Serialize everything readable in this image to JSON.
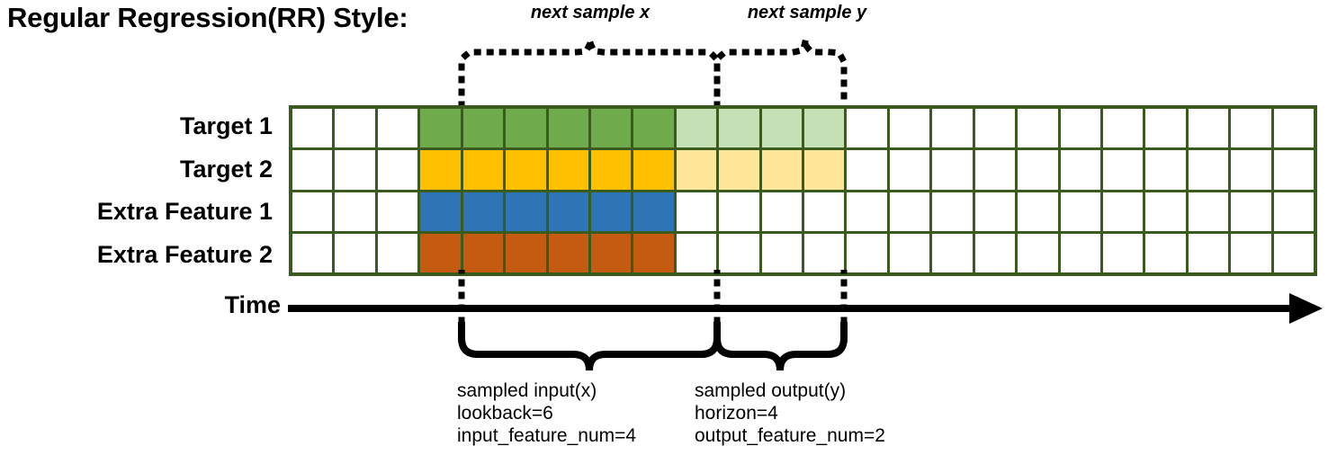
{
  "title": "Regular Regression(RR) Style:",
  "colors": {
    "grid_border": "#3A5A1E",
    "cell_empty": "#FFFFFF",
    "target1_input": "#70AB4B",
    "target1_output": "#C5E0B4",
    "target2_input": "#FFC000",
    "target2_output": "#FFE699",
    "extra_feature1": "#2E75B6",
    "extra_feature2": "#C55A11",
    "line": "#000000"
  },
  "top_annotations": [
    {
      "label": "next sample x"
    },
    {
      "label": "next sample y"
    }
  ],
  "rows": [
    {
      "label": "Target 1"
    },
    {
      "label": "Target 2"
    },
    {
      "label": "Extra Feature 1"
    },
    {
      "label": "Extra Feature 2"
    }
  ],
  "grid": {
    "columns": 24,
    "rows": 4,
    "lead_empty_columns": 3,
    "input_columns": 6,
    "output_columns": 4,
    "trail_empty_columns": 11,
    "fill": [
      [
        "#FFFFFF",
        "#FFFFFF",
        "#FFFFFF",
        "#70AB4B",
        "#70AB4B",
        "#70AB4B",
        "#70AB4B",
        "#70AB4B",
        "#70AB4B",
        "#C5E0B4",
        "#C5E0B4",
        "#C5E0B4",
        "#C5E0B4",
        "#FFFFFF",
        "#FFFFFF",
        "#FFFFFF",
        "#FFFFFF",
        "#FFFFFF",
        "#FFFFFF",
        "#FFFFFF",
        "#FFFFFF",
        "#FFFFFF",
        "#FFFFFF",
        "#FFFFFF"
      ],
      [
        "#FFFFFF",
        "#FFFFFF",
        "#FFFFFF",
        "#FFC000",
        "#FFC000",
        "#FFC000",
        "#FFC000",
        "#FFC000",
        "#FFC000",
        "#FFE699",
        "#FFE699",
        "#FFE699",
        "#FFE699",
        "#FFFFFF",
        "#FFFFFF",
        "#FFFFFF",
        "#FFFFFF",
        "#FFFFFF",
        "#FFFFFF",
        "#FFFFFF",
        "#FFFFFF",
        "#FFFFFF",
        "#FFFFFF",
        "#FFFFFF"
      ],
      [
        "#FFFFFF",
        "#FFFFFF",
        "#FFFFFF",
        "#2E75B6",
        "#2E75B6",
        "#2E75B6",
        "#2E75B6",
        "#2E75B6",
        "#2E75B6",
        "#FFFFFF",
        "#FFFFFF",
        "#FFFFFF",
        "#FFFFFF",
        "#FFFFFF",
        "#FFFFFF",
        "#FFFFFF",
        "#FFFFFF",
        "#FFFFFF",
        "#FFFFFF",
        "#FFFFFF",
        "#FFFFFF",
        "#FFFFFF",
        "#FFFFFF",
        "#FFFFFF"
      ],
      [
        "#FFFFFF",
        "#FFFFFF",
        "#FFFFFF",
        "#C55A11",
        "#C55A11",
        "#C55A11",
        "#C55A11",
        "#C55A11",
        "#C55A11",
        "#FFFFFF",
        "#FFFFFF",
        "#FFFFFF",
        "#FFFFFF",
        "#FFFFFF",
        "#FFFFFF",
        "#FFFFFF",
        "#FFFFFF",
        "#FFFFFF",
        "#FFFFFF",
        "#FFFFFF",
        "#FFFFFF",
        "#FFFFFF",
        "#FFFFFF",
        "#FFFFFF"
      ]
    ]
  },
  "time_axis": {
    "label": "Time"
  },
  "bottom_captions": {
    "input": {
      "line1": "sampled input(x)",
      "line2": "lookback=6",
      "line3": "input_feature_num=4"
    },
    "output": {
      "line1": "sampled output(y)",
      "line2": "horizon=4",
      "line3": "output_feature_num=2"
    }
  }
}
